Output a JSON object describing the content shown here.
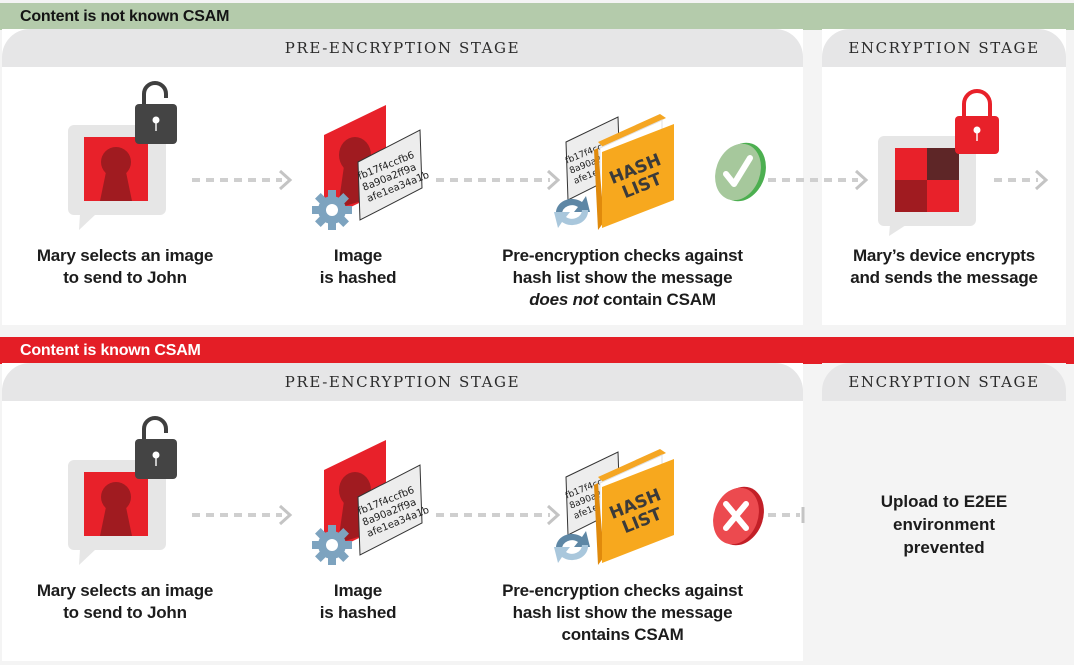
{
  "scenarios": [
    {
      "banner": "Content is not known CSAM",
      "banner_color": "#b4cbab",
      "stages": {
        "pre": "PRE-ENCRYPTION STAGE",
        "enc": "ENCRYPTION STAGE"
      },
      "steps": [
        {
          "line1": "Mary selects an image",
          "line2": "to send to John"
        },
        {
          "line1": "Image",
          "line2": "is hashed"
        },
        {
          "line1": "Pre-encryption checks against",
          "line2": "hash list show the message",
          "line3_em": "does not",
          "line3_rest": " contain CSAM"
        },
        {
          "line1": "Mary’s device encrypts",
          "line2": "and sends the message"
        }
      ],
      "result": "check",
      "result_color": "#4caf50"
    },
    {
      "banner": "Content is known CSAM",
      "banner_color": "#e41e26",
      "stages": {
        "pre": "PRE-ENCRYPTION STAGE",
        "enc": "ENCRYPTION STAGE"
      },
      "steps": [
        {
          "line1": "Mary selects an image",
          "line2": "to send to John"
        },
        {
          "line1": "Image",
          "line2": "is hashed"
        },
        {
          "line1": "Pre-encryption checks against",
          "line2": "hash list show the message",
          "line3": "contains CSAM"
        }
      ],
      "result": "cross",
      "result_color": "#e8323b",
      "outcome": {
        "line1": "Upload to E2EE",
        "line2": "environment",
        "line3": "prevented"
      }
    }
  ],
  "hash_card": {
    "lines": [
      "fb17f4ccfb6",
      "8a90a2ff9a",
      "afe1ea34a1b"
    ]
  },
  "hash_list": {
    "line1": "HASH",
    "line2": "LIST"
  },
  "icons": {
    "message": "message-image-icon",
    "unlocked": "padlock-open-icon",
    "locked": "padlock-closed-icon",
    "gear": "gear-icon",
    "sync": "sync-arrows-icon",
    "check": "check-circle-icon",
    "cross": "cross-circle-icon"
  }
}
